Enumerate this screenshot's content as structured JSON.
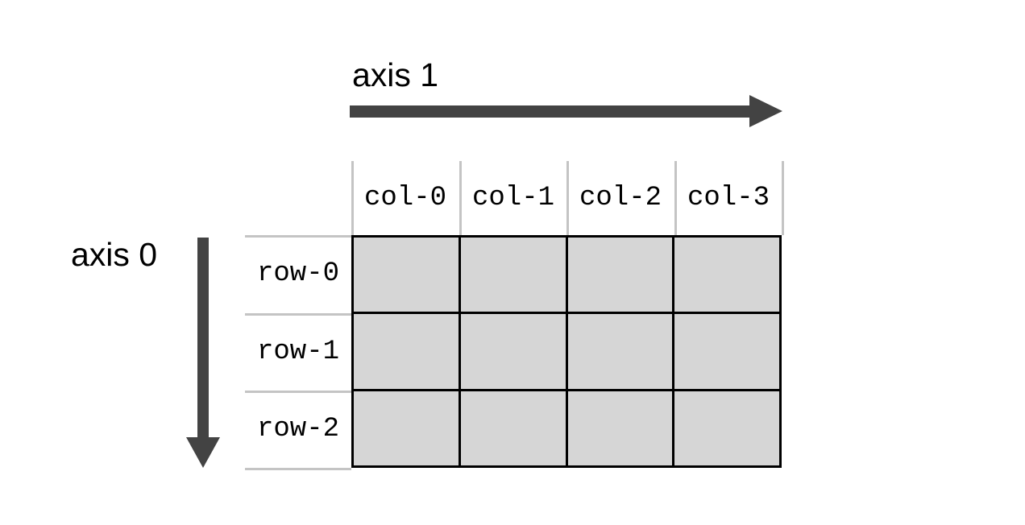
{
  "diagram": {
    "title": "numpy-array-axes-diagram",
    "axes": [
      {
        "id": "axis-1",
        "label": "axis 1",
        "direction": "right",
        "arrow_name": "axis-1-arrow"
      },
      {
        "id": "axis-0",
        "label": "axis 0",
        "direction": "down",
        "arrow_name": "axis-0-arrow"
      }
    ],
    "table": {
      "column_headers": [
        "col-0",
        "col-1",
        "col-2",
        "col-3"
      ],
      "row_headers": [
        "row-0",
        "row-1",
        "row-2"
      ],
      "cells": [
        [
          "",
          "",
          "",
          ""
        ],
        [
          "",
          "",
          "",
          ""
        ],
        [
          "",
          "",
          "",
          ""
        ]
      ],
      "rows": 3,
      "columns": 4
    },
    "colors": {
      "background": "#ffffff",
      "arrow": "#434343",
      "cell_fill": "#d6d6d6",
      "cell_border": "#000000",
      "guide_line": "#c4c4c4",
      "text": "#000000"
    }
  }
}
